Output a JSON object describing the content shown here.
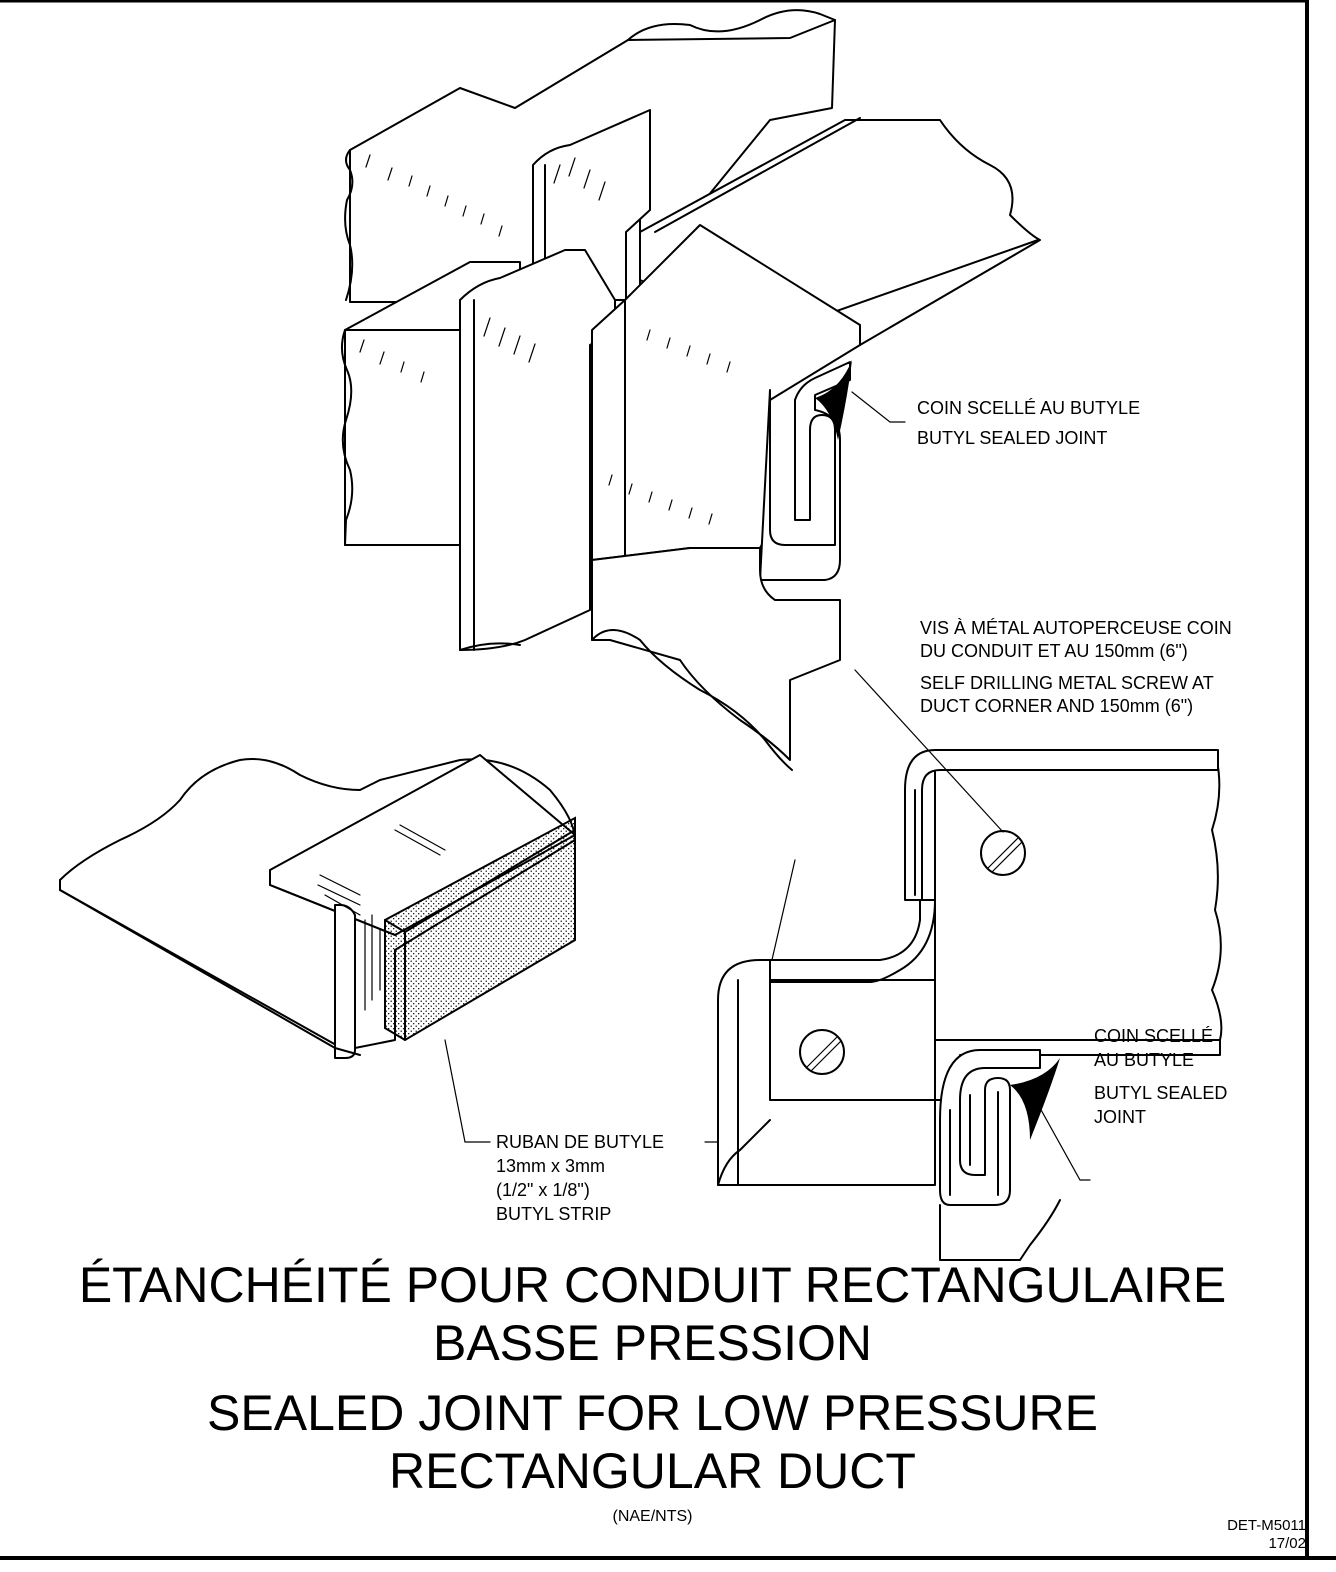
{
  "callouts": {
    "top_sealed_fr": "COIN SCELLÉ AU BUTYLE",
    "top_sealed_en": "BUTYL SEALED JOINT",
    "screw_fr_1": "VIS À MÉTAL AUTOPERCEUSE COIN",
    "screw_fr_2": "DU CONDUIT ET AU 150mm (6\")",
    "screw_en_1": "SELF DRILLING METAL SCREW AT",
    "screw_en_2": "DUCT CORNER AND 150mm (6\")",
    "right_sealed_fr_1": "COIN SCELLÉ",
    "right_sealed_fr_2": "AU BUTYLE",
    "right_sealed_en_1": "BUTYL SEALED",
    "right_sealed_en_2": "JOINT",
    "strip_fr": "RUBAN DE BUTYLE",
    "strip_size_mm": "13mm x 3mm",
    "strip_size_in": "(1/2\" x 1/8\")",
    "strip_en": "BUTYL STRIP"
  },
  "title": {
    "fr_line1": "ÉTANCHÉITÉ POUR CONDUIT RECTANGULAIRE",
    "fr_line2": "BASSE PRESSION",
    "en_line1": "SEALED JOINT FOR LOW PRESSURE",
    "en_line2": "RECTANGULAR DUCT",
    "scale": "(NAE/NTS)"
  },
  "drawing": {
    "number": "DET-M5011",
    "date": "17/02"
  }
}
